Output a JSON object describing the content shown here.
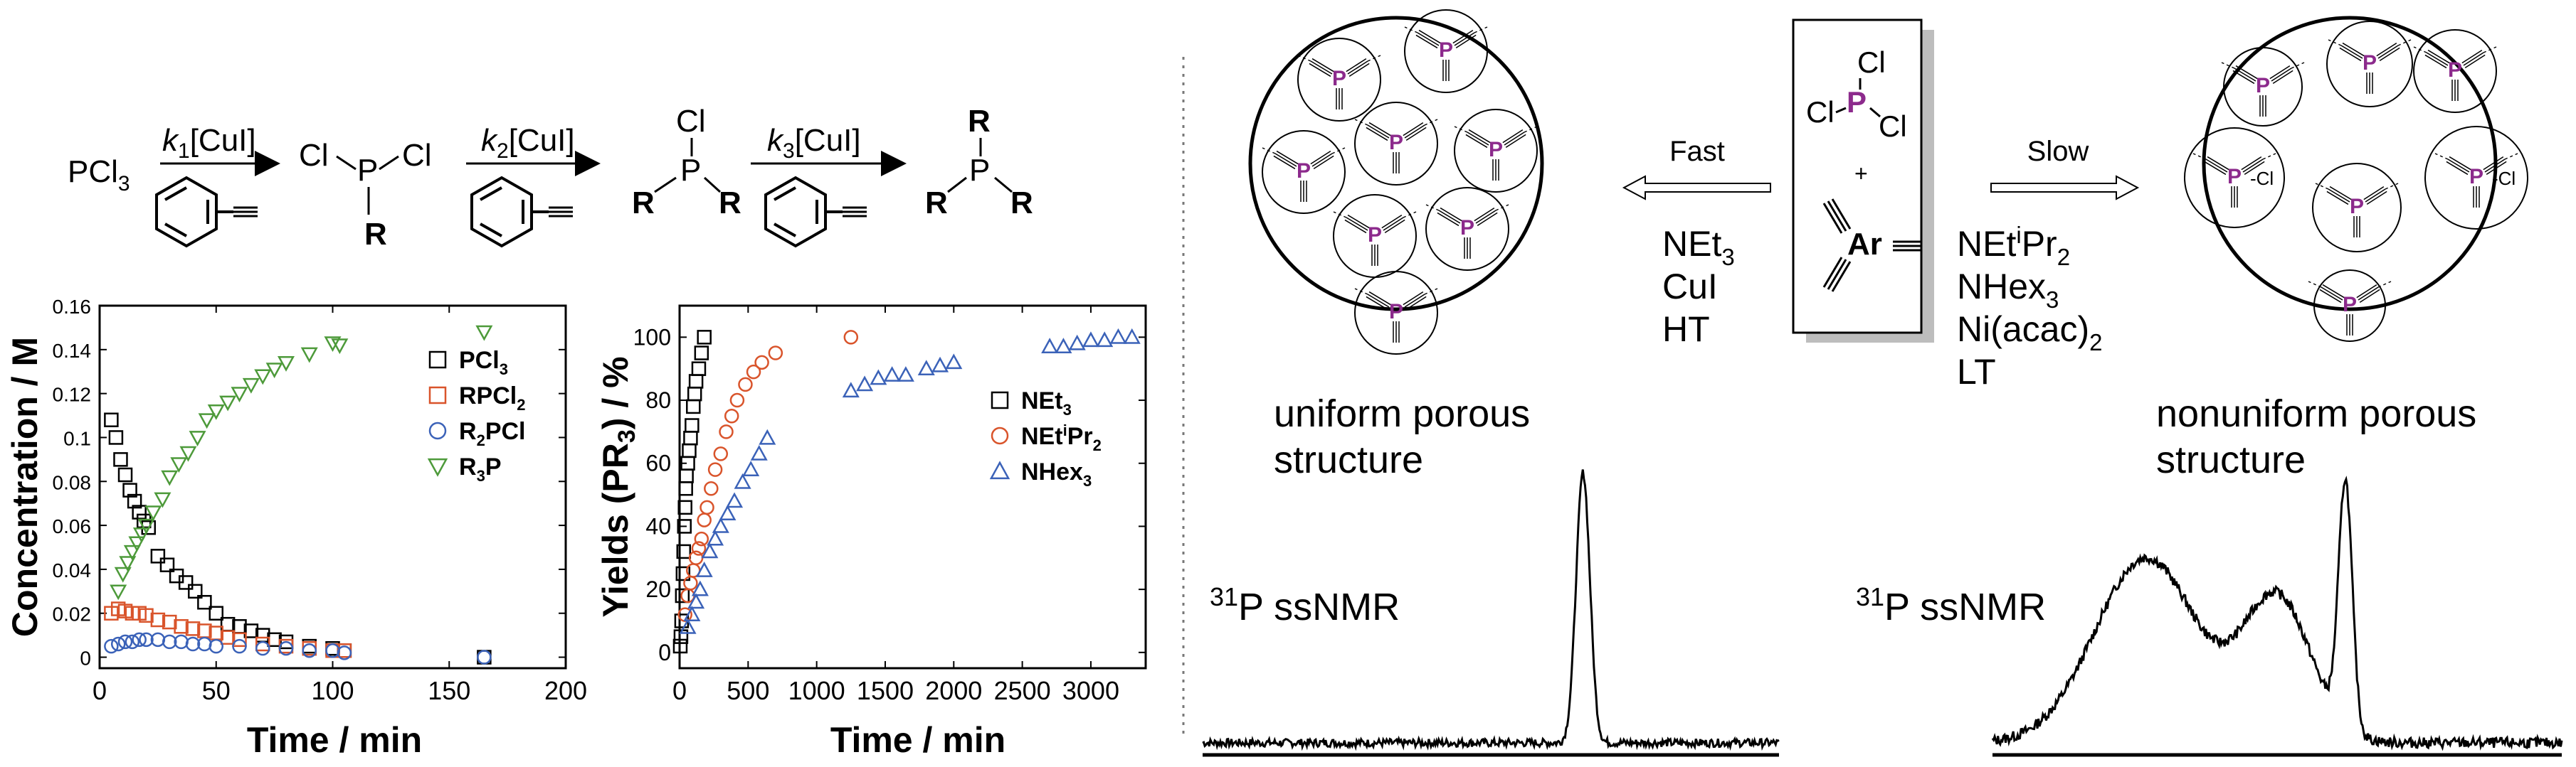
{
  "scheme": {
    "reactant": "PCl",
    "reactant_sub": "3",
    "step1_k": "k",
    "step1_k_sub": "1",
    "step1_rest": "[CuI]",
    "step2_k": "k",
    "step2_k_sub": "2",
    "step2_rest": "[CuI]",
    "step3_k": "k",
    "step3_k_sub": "3",
    "step3_rest": "[CuI]",
    "cl": "Cl",
    "p": "P",
    "r": "R"
  },
  "chart_data": [
    {
      "type": "scatter",
      "xlabel": "Time / min",
      "ylabel": "Concentration / M",
      "xlim": [
        0,
        200
      ],
      "ylim": [
        -0.005,
        0.16
      ],
      "xticks": [
        "0",
        "50",
        "100",
        "150",
        "200"
      ],
      "yticks": [
        "0",
        "0.02",
        "0.04",
        "0.06",
        "0.08",
        "0.1",
        "0.12",
        "0.14",
        "0.16"
      ],
      "legend_position": "top-right",
      "series": [
        {
          "name": "PCl",
          "name_sub": "3",
          "marker": "square",
          "color": "#000000",
          "x": [
            5,
            7,
            9,
            11,
            13,
            15,
            17,
            19,
            21,
            25,
            29,
            33,
            37,
            41,
            45,
            50,
            55,
            60,
            65,
            70,
            75,
            80,
            90,
            100,
            105,
            165
          ],
          "y": [
            0.108,
            0.1,
            0.09,
            0.083,
            0.076,
            0.071,
            0.066,
            0.062,
            0.059,
            0.046,
            0.042,
            0.037,
            0.034,
            0.03,
            0.025,
            0.02,
            0.015,
            0.014,
            0.012,
            0.01,
            0.008,
            0.007,
            0.005,
            0.004,
            0.003,
            0.0
          ]
        },
        {
          "name": "RPCl",
          "name_sub": "2",
          "marker": "square",
          "color": "#d9542b",
          "x": [
            5,
            8,
            11,
            14,
            17,
            20,
            25,
            30,
            35,
            40,
            45,
            50,
            55,
            60,
            70,
            80,
            90,
            100,
            105
          ],
          "y": [
            0.02,
            0.022,
            0.021,
            0.02,
            0.02,
            0.019,
            0.017,
            0.016,
            0.014,
            0.013,
            0.012,
            0.011,
            0.009,
            0.008,
            0.006,
            0.005,
            0.004,
            0.003,
            0.003
          ]
        },
        {
          "name": "R",
          "name_sub": "2",
          "name_rest": "PCl",
          "marker": "circle",
          "color": "#3b62b8",
          "x": [
            5,
            8,
            11,
            14,
            17,
            20,
            25,
            30,
            35,
            40,
            45,
            50,
            60,
            70,
            80,
            90,
            100,
            105,
            165
          ],
          "y": [
            0.005,
            0.006,
            0.007,
            0.007,
            0.008,
            0.008,
            0.008,
            0.007,
            0.007,
            0.006,
            0.006,
            0.005,
            0.005,
            0.004,
            0.004,
            0.003,
            0.003,
            0.002,
            0.0
          ]
        },
        {
          "name": "R",
          "name_sub": "3",
          "name_rest": "P",
          "marker": "triangle-down",
          "color": "#4d9a3a",
          "x": [
            8,
            10,
            12,
            14,
            16,
            18,
            20,
            23,
            27,
            30,
            34,
            38,
            42,
            46,
            50,
            55,
            60,
            65,
            70,
            75,
            80,
            90,
            100,
            103,
            165
          ],
          "y": [
            0.03,
            0.038,
            0.043,
            0.048,
            0.052,
            0.056,
            0.06,
            0.066,
            0.072,
            0.082,
            0.088,
            0.093,
            0.1,
            0.108,
            0.112,
            0.116,
            0.12,
            0.124,
            0.128,
            0.131,
            0.134,
            0.138,
            0.143,
            0.142,
            0.148
          ]
        }
      ]
    },
    {
      "type": "scatter",
      "xlabel": "Time / min",
      "ylabel": "Yields (PR",
      "ylabel_sub": "3",
      "ylabel_rest": ") / %",
      "xlim": [
        0,
        3400
      ],
      "ylim": [
        -5,
        110
      ],
      "xticks": [
        "0",
        "500",
        "1000",
        "1500",
        "2000",
        "2500",
        "3000"
      ],
      "yticks": [
        "0",
        "20",
        "40",
        "60",
        "80",
        "100"
      ],
      "legend_position": "center-right",
      "series": [
        {
          "name": "NEt",
          "name_sub": "3",
          "marker": "square",
          "color": "#000000",
          "x": [
            5,
            10,
            15,
            20,
            25,
            30,
            35,
            40,
            45,
            50,
            60,
            70,
            80,
            90,
            100,
            110,
            120,
            140,
            160,
            180
          ],
          "y": [
            2,
            5,
            10,
            18,
            25,
            32,
            40,
            46,
            52,
            56,
            60,
            64,
            68,
            72,
            78,
            82,
            86,
            90,
            95,
            100
          ]
        },
        {
          "name": "NEt",
          "name_sup": "i",
          "name_rest": "Pr",
          "name_sub": "2",
          "marker": "circle",
          "color": "#d9542b",
          "x": [
            40,
            60,
            80,
            100,
            120,
            140,
            160,
            180,
            200,
            230,
            260,
            300,
            340,
            380,
            420,
            480,
            540,
            600,
            700,
            1250
          ],
          "y": [
            12,
            18,
            22,
            26,
            30,
            33,
            36,
            42,
            46,
            52,
            58,
            63,
            70,
            75,
            80,
            85,
            89,
            92,
            95,
            100
          ]
        },
        {
          "name": "NHex",
          "name_sub": "3",
          "marker": "triangle",
          "color": "#3b62b8",
          "x": [
            60,
            90,
            120,
            150,
            180,
            220,
            260,
            300,
            350,
            400,
            460,
            520,
            580,
            640,
            1250,
            1350,
            1450,
            1550,
            1650,
            1800,
            1900,
            2000,
            2700,
            2800,
            2900,
            3000,
            3100,
            3200,
            3300
          ],
          "y": [
            8,
            12,
            16,
            20,
            26,
            32,
            36,
            40,
            44,
            48,
            54,
            58,
            63,
            68,
            83,
            85,
            87,
            88,
            88,
            90,
            91,
            92,
            97,
            97,
            98,
            99,
            99,
            100,
            100
          ]
        }
      ]
    },
    {
      "type": "line",
      "title_sup": "31",
      "title": "P  ssNMR",
      "peaks": [
        {
          "position": 0.66,
          "height": 1.0,
          "width": 0.012
        }
      ],
      "baseline_noise": 0.03
    },
    {
      "type": "line",
      "title_sup": "31",
      "title": "P  ssNMR",
      "peaks": [
        {
          "position": 0.27,
          "height": 0.62,
          "width": 0.09
        },
        {
          "position": 0.5,
          "height": 0.48,
          "width": 0.06
        },
        {
          "position": 0.62,
          "height": 0.82,
          "width": 0.012
        }
      ],
      "baseline_noise": 0.035
    }
  ],
  "right_panel": {
    "center_box": {
      "cl": "Cl",
      "p": "P",
      "plus": "+",
      "ar": "Ar"
    },
    "fast_label": "Fast",
    "slow_label": "Slow",
    "left_conditions": [
      {
        "main": "NEt",
        "sub": "3"
      },
      {
        "main": "CuI",
        "sub": ""
      },
      {
        "main": "HT",
        "sub": ""
      }
    ],
    "right_conditions": [
      {
        "main": "NEt",
        "sup": "i",
        "rest": "Pr",
        "sub": "2"
      },
      {
        "main": "NHex",
        "sub": "3"
      },
      {
        "main": "Ni(acac)",
        "sub": "2"
      },
      {
        "main": "LT",
        "sub": ""
      }
    ],
    "left_caption_line1": "uniform porous",
    "left_caption_line2": "structure",
    "right_caption_line1": "nonuniform porous",
    "right_caption_line2": "structure",
    "p_color": "#8c2a8c"
  }
}
